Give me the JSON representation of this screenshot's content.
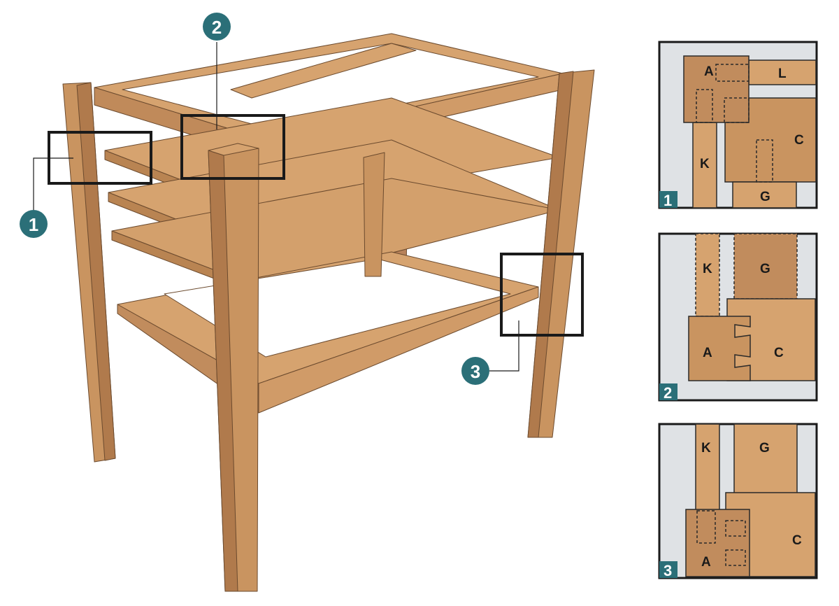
{
  "colors": {
    "wood_light": "#d6a36f",
    "wood_mid": "#c99460",
    "wood_dark": "#b07a4c",
    "bg_panel": "#dfe2e5",
    "teal": "#2b6f78",
    "frame": "#1a1a1a"
  },
  "callouts": [
    {
      "number": "1"
    },
    {
      "number": "2"
    },
    {
      "number": "3"
    }
  ],
  "details": [
    {
      "number": "1",
      "parts": [
        "A",
        "L",
        "C",
        "K",
        "G"
      ]
    },
    {
      "number": "2",
      "parts": [
        "K",
        "G",
        "A",
        "C"
      ]
    },
    {
      "number": "3",
      "parts": [
        "K",
        "G",
        "C",
        "A"
      ]
    }
  ]
}
